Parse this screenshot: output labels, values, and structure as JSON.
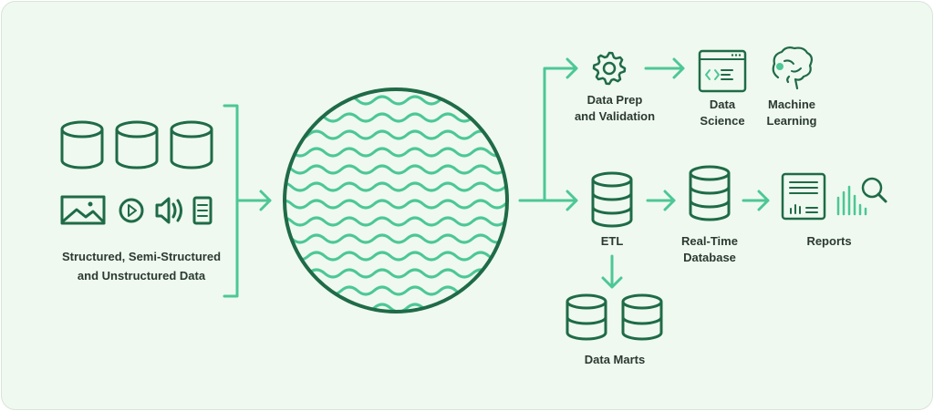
{
  "sources": {
    "label_line1": "Structured, Semi-Structured",
    "label_line2": "and Unstructured Data",
    "icons": [
      "database-icon",
      "database-icon",
      "database-icon",
      "image-icon",
      "video-icon",
      "audio-icon",
      "document-icon"
    ]
  },
  "lake": {
    "icon": "data-lake-waves-icon"
  },
  "prep": {
    "line1": "Data Prep",
    "line2": "and Validation",
    "icon": "gear-icon"
  },
  "science": {
    "line1": "Data",
    "line2": "Science",
    "icon": "code-window-icon"
  },
  "ml": {
    "line1": "Machine",
    "line2": "Learning",
    "icon": "brain-icon"
  },
  "etl": {
    "label": "ETL",
    "icon": "database-icon"
  },
  "realtime": {
    "line1": "Real-Time",
    "line2": "Database",
    "icon": "database-icon"
  },
  "reports": {
    "label": "Reports",
    "icon": "report-icon"
  },
  "marts": {
    "label": "Data Marts",
    "icon": "database-icon"
  },
  "colors": {
    "dark": "#1f6b47",
    "accent": "#4cc796",
    "background": "#eff9ef"
  }
}
